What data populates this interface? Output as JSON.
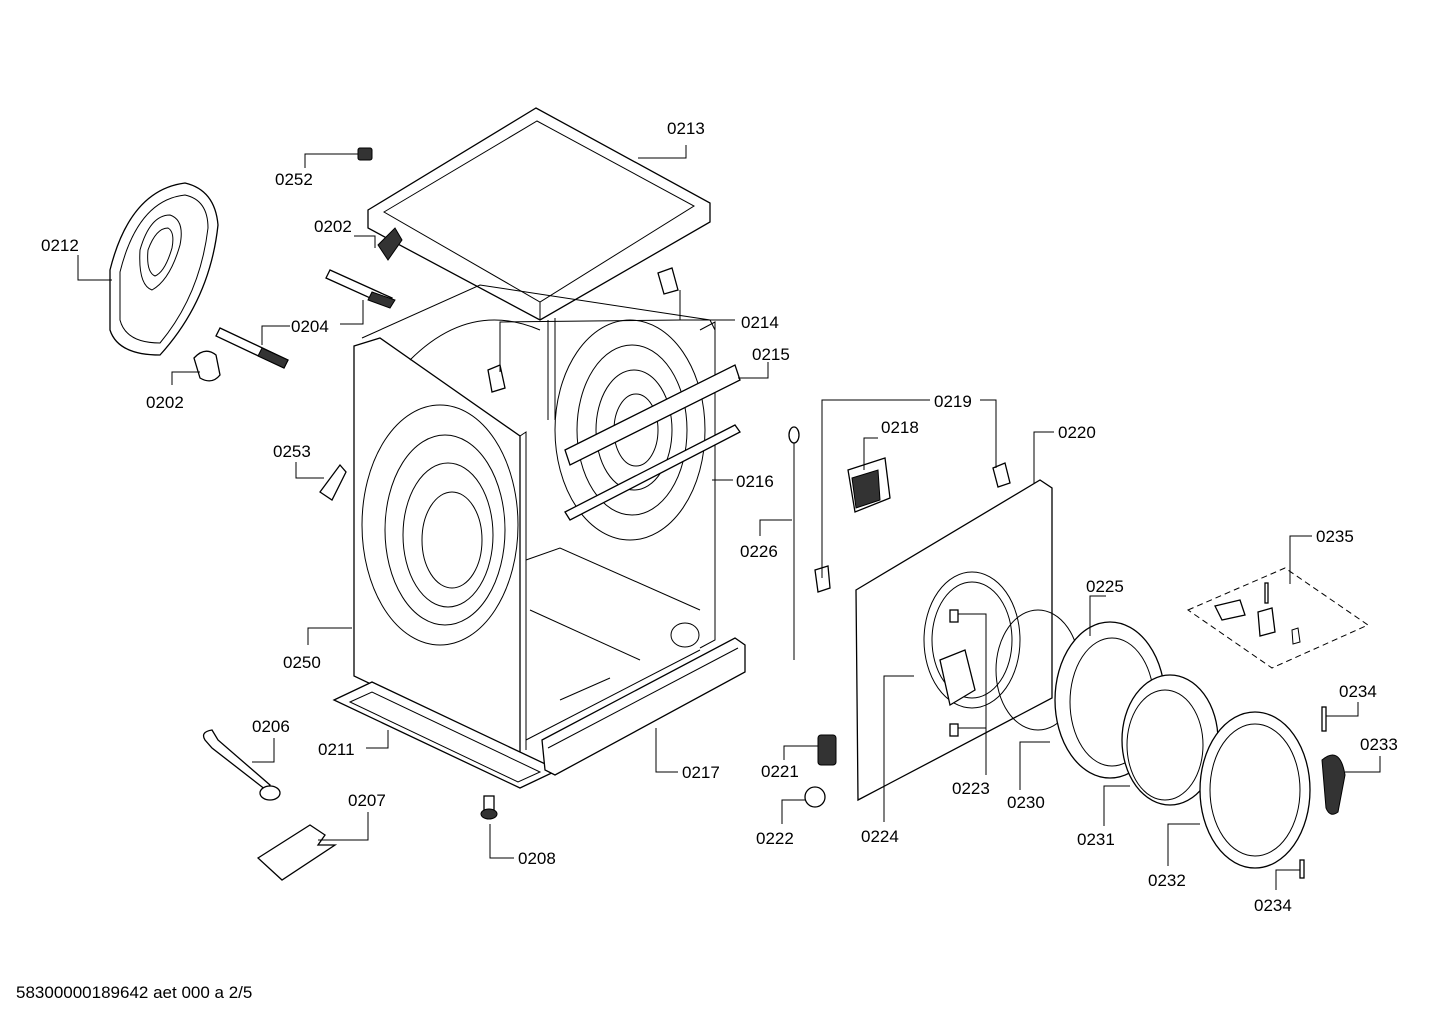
{
  "diagram": {
    "labels": {
      "p0213": "0213",
      "p0252": "0252",
      "p0202a": "0202",
      "p0212": "0212",
      "p0204": "0204",
      "p0214": "0214",
      "p0202b": "0202",
      "p0215": "0215",
      "p0219": "0219",
      "p0218": "0218",
      "p0220": "0220",
      "p0253": "0253",
      "p0216": "0216",
      "p0226": "0226",
      "p0235": "0235",
      "p0225": "0225",
      "p0250": "0250",
      "p0234a": "0234",
      "p0233": "0233",
      "p0206": "0206",
      "p0211": "0211",
      "p0217": "0217",
      "p0221": "0221",
      "p0223": "0223",
      "p0230": "0230",
      "p0207": "0207",
      "p0222": "0222",
      "p0224": "0224",
      "p0231": "0231",
      "p0208": "0208",
      "p0232": "0232",
      "p0234b": "0234"
    },
    "footer": "58300000189642 aet 000 a 2/5"
  }
}
